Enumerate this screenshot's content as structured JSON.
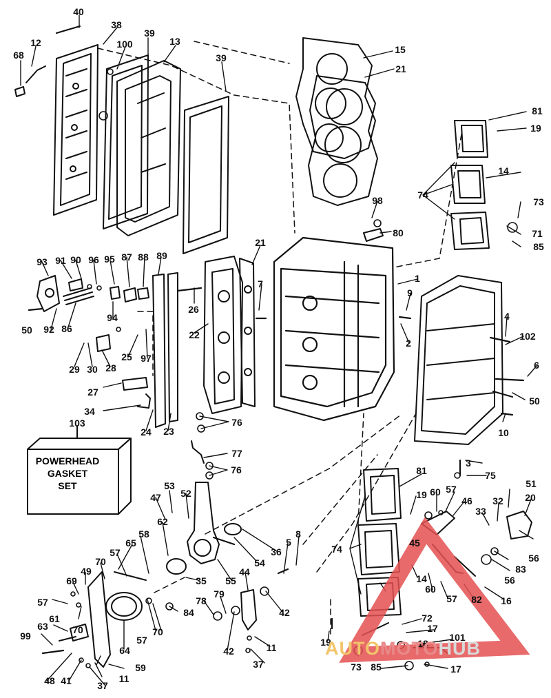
{
  "diagram": {
    "labels": [
      "1",
      "2",
      "3",
      "4",
      "5",
      "6",
      "7",
      "8",
      "9",
      "10",
      "11",
      "11",
      "12",
      "13",
      "14",
      "14",
      "15",
      "16",
      "17",
      "17",
      "18",
      "19",
      "19",
      "19",
      "20",
      "21",
      "21",
      "22",
      "23",
      "24",
      "25",
      "26",
      "27",
      "28",
      "29",
      "30",
      "32",
      "33",
      "34",
      "35",
      "36",
      "37",
      "37",
      "38",
      "39",
      "39",
      "40",
      "41",
      "42",
      "42",
      "44",
      "45",
      "46",
      "47",
      "48",
      "49",
      "50",
      "50",
      "51",
      "52",
      "53",
      "54",
      "55",
      "56",
      "56",
      "57",
      "57",
      "57",
      "57",
      "57",
      "58",
      "59",
      "60",
      "60",
      "61",
      "62",
      "63",
      "64",
      "65",
      "68",
      "69",
      "70",
      "70",
      "70",
      "71",
      "72",
      "73",
      "73",
      "74",
      "74",
      "75",
      "76",
      "76",
      "77",
      "78",
      "79",
      "80",
      "81",
      "81",
      "82",
      "83",
      "84",
      "85",
      "85",
      "86",
      "87",
      "88",
      "89",
      "90",
      "91",
      "92",
      "93",
      "94",
      "95",
      "96",
      "97",
      "98",
      "99",
      "100",
      "101",
      "102",
      "103"
    ],
    "gasket_set_box": {
      "line1": "POWERHEAD",
      "line2": "GASKET",
      "line3": "SET"
    }
  },
  "watermark": {
    "part1": "AUTO",
    "part2": "MOTO",
    "part3": "HUB",
    "colors": {
      "auto": "#f2c56a",
      "moto": "#e98a8a",
      "hub": "#d9d9d9",
      "triangle": "#e45050"
    }
  }
}
